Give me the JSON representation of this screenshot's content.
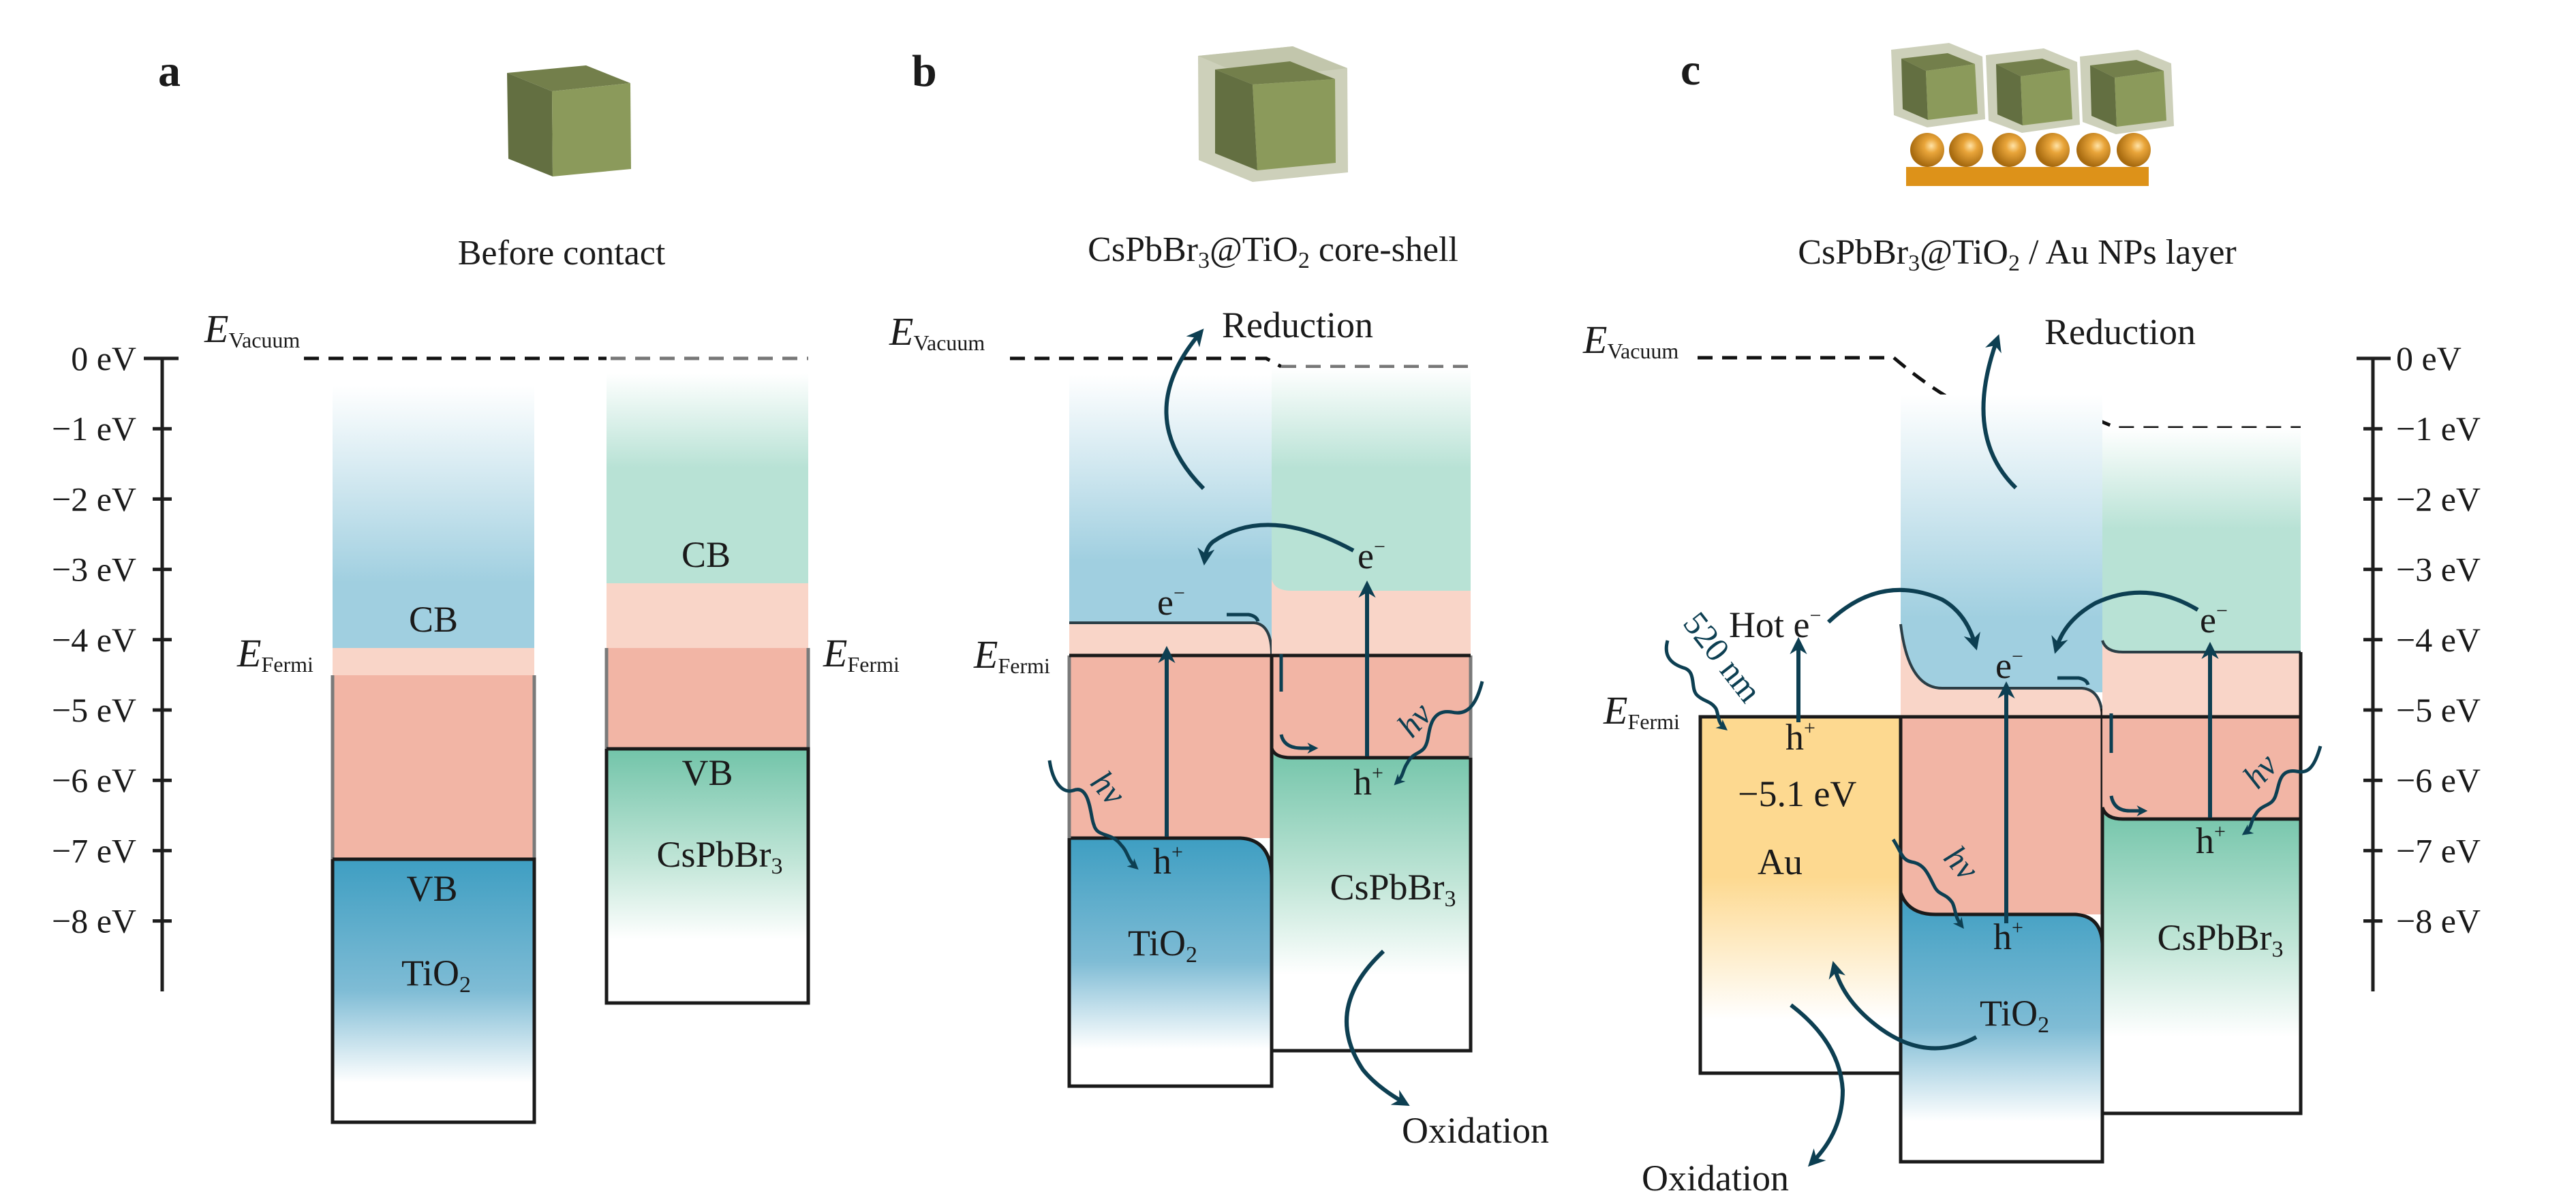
{
  "figure": {
    "panels": [
      {
        "letter": "a",
        "title": "Before contact",
        "vacuum_label": {
          "E": "E",
          "sub": "Vacuum"
        },
        "fermi_label": {
          "E": "E",
          "sub": "Fermi"
        },
        "axis": {
          "ticks": [
            "0 eV",
            "−1 eV",
            "−2 eV",
            "−3 eV",
            "−4 eV",
            "−5 eV",
            "−6 eV",
            "−7 eV",
            "−8 eV"
          ],
          "tick_values_eV": [
            0,
            -1,
            -2,
            -3,
            -4,
            -5,
            -6,
            -7,
            -8
          ]
        },
        "materials": [
          {
            "name": "TiO",
            "sub": "2",
            "cb_label": "CB",
            "vb_label": "VB",
            "cb_eV": -4.1,
            "fermi_eV": -4.5,
            "vb_eV": -7.1
          },
          {
            "name": "CsPbBr",
            "sub": "3",
            "cb_label": "CB",
            "vb_label": "VB",
            "cb_eV": -3.2,
            "fermi_eV": -4.1,
            "vb_eV": -5.5
          }
        ]
      },
      {
        "letter": "b",
        "title_main": "CsPbBr",
        "title_sub1": "3",
        "title_mid": "@TiO",
        "title_sub2": "2",
        "title_end": " core-shell",
        "vacuum_label": {
          "E": "E",
          "sub": "Vacuum"
        },
        "fermi_label": {
          "E": "E",
          "sub": "Fermi"
        },
        "reduction": "Reduction",
        "oxidation": "Oxidation",
        "electron": "e",
        "electron_sup": "−",
        "hole": "h",
        "hole_sup": "+",
        "photon": "hv",
        "materials": [
          {
            "name": "TiO",
            "sub": "2"
          },
          {
            "name": "CsPbBr",
            "sub": "3"
          }
        ]
      },
      {
        "letter": "c",
        "title_main": "CsPbBr",
        "title_sub1": "3",
        "title_mid": "@TiO",
        "title_sub2": "2",
        "title_end": " / Au NPs layer",
        "vacuum_label": {
          "E": "E",
          "sub": "Vacuum"
        },
        "fermi_label": {
          "E": "E",
          "sub": "Fermi"
        },
        "reduction": "Reduction",
        "oxidation": "Oxidation",
        "hot_electron": "Hot e",
        "electron": "e",
        "electron_sup": "−",
        "hole": "h",
        "hole_sup": "+",
        "photon": "hv",
        "wavelength": "520 nm",
        "au_workfunction": "−5.1 eV",
        "au_label": "Au",
        "axis": {
          "ticks": [
            "0 eV",
            "−1 eV",
            "−2 eV",
            "−3 eV",
            "−4 eV",
            "−5 eV",
            "−6 eV",
            "−7 eV",
            "−8 eV"
          ],
          "tick_values_eV": [
            0,
            -1,
            -2,
            -3,
            -4,
            -5,
            -6,
            -7,
            -8
          ]
        },
        "materials": [
          {
            "name": "TiO",
            "sub": "2"
          },
          {
            "name": "CsPbBr",
            "sub": "3"
          }
        ]
      }
    ],
    "colors": {
      "tio2_cb": "#a0cfe0",
      "tio2_vb": "#3e9ec2",
      "cspbbr3_cb": "#b8e2d5",
      "cspbbr3_vb": "#72c4a9",
      "gap_light": "#f9d5c8",
      "gap_salmon": "#f2b5a5",
      "au": "#fdd990",
      "arrow": "#0d3f52",
      "cube_dark": "#636f41",
      "cube_light": "#8b9a5b",
      "shell": "#c5c9b0",
      "au_np": "#d9901a"
    }
  }
}
